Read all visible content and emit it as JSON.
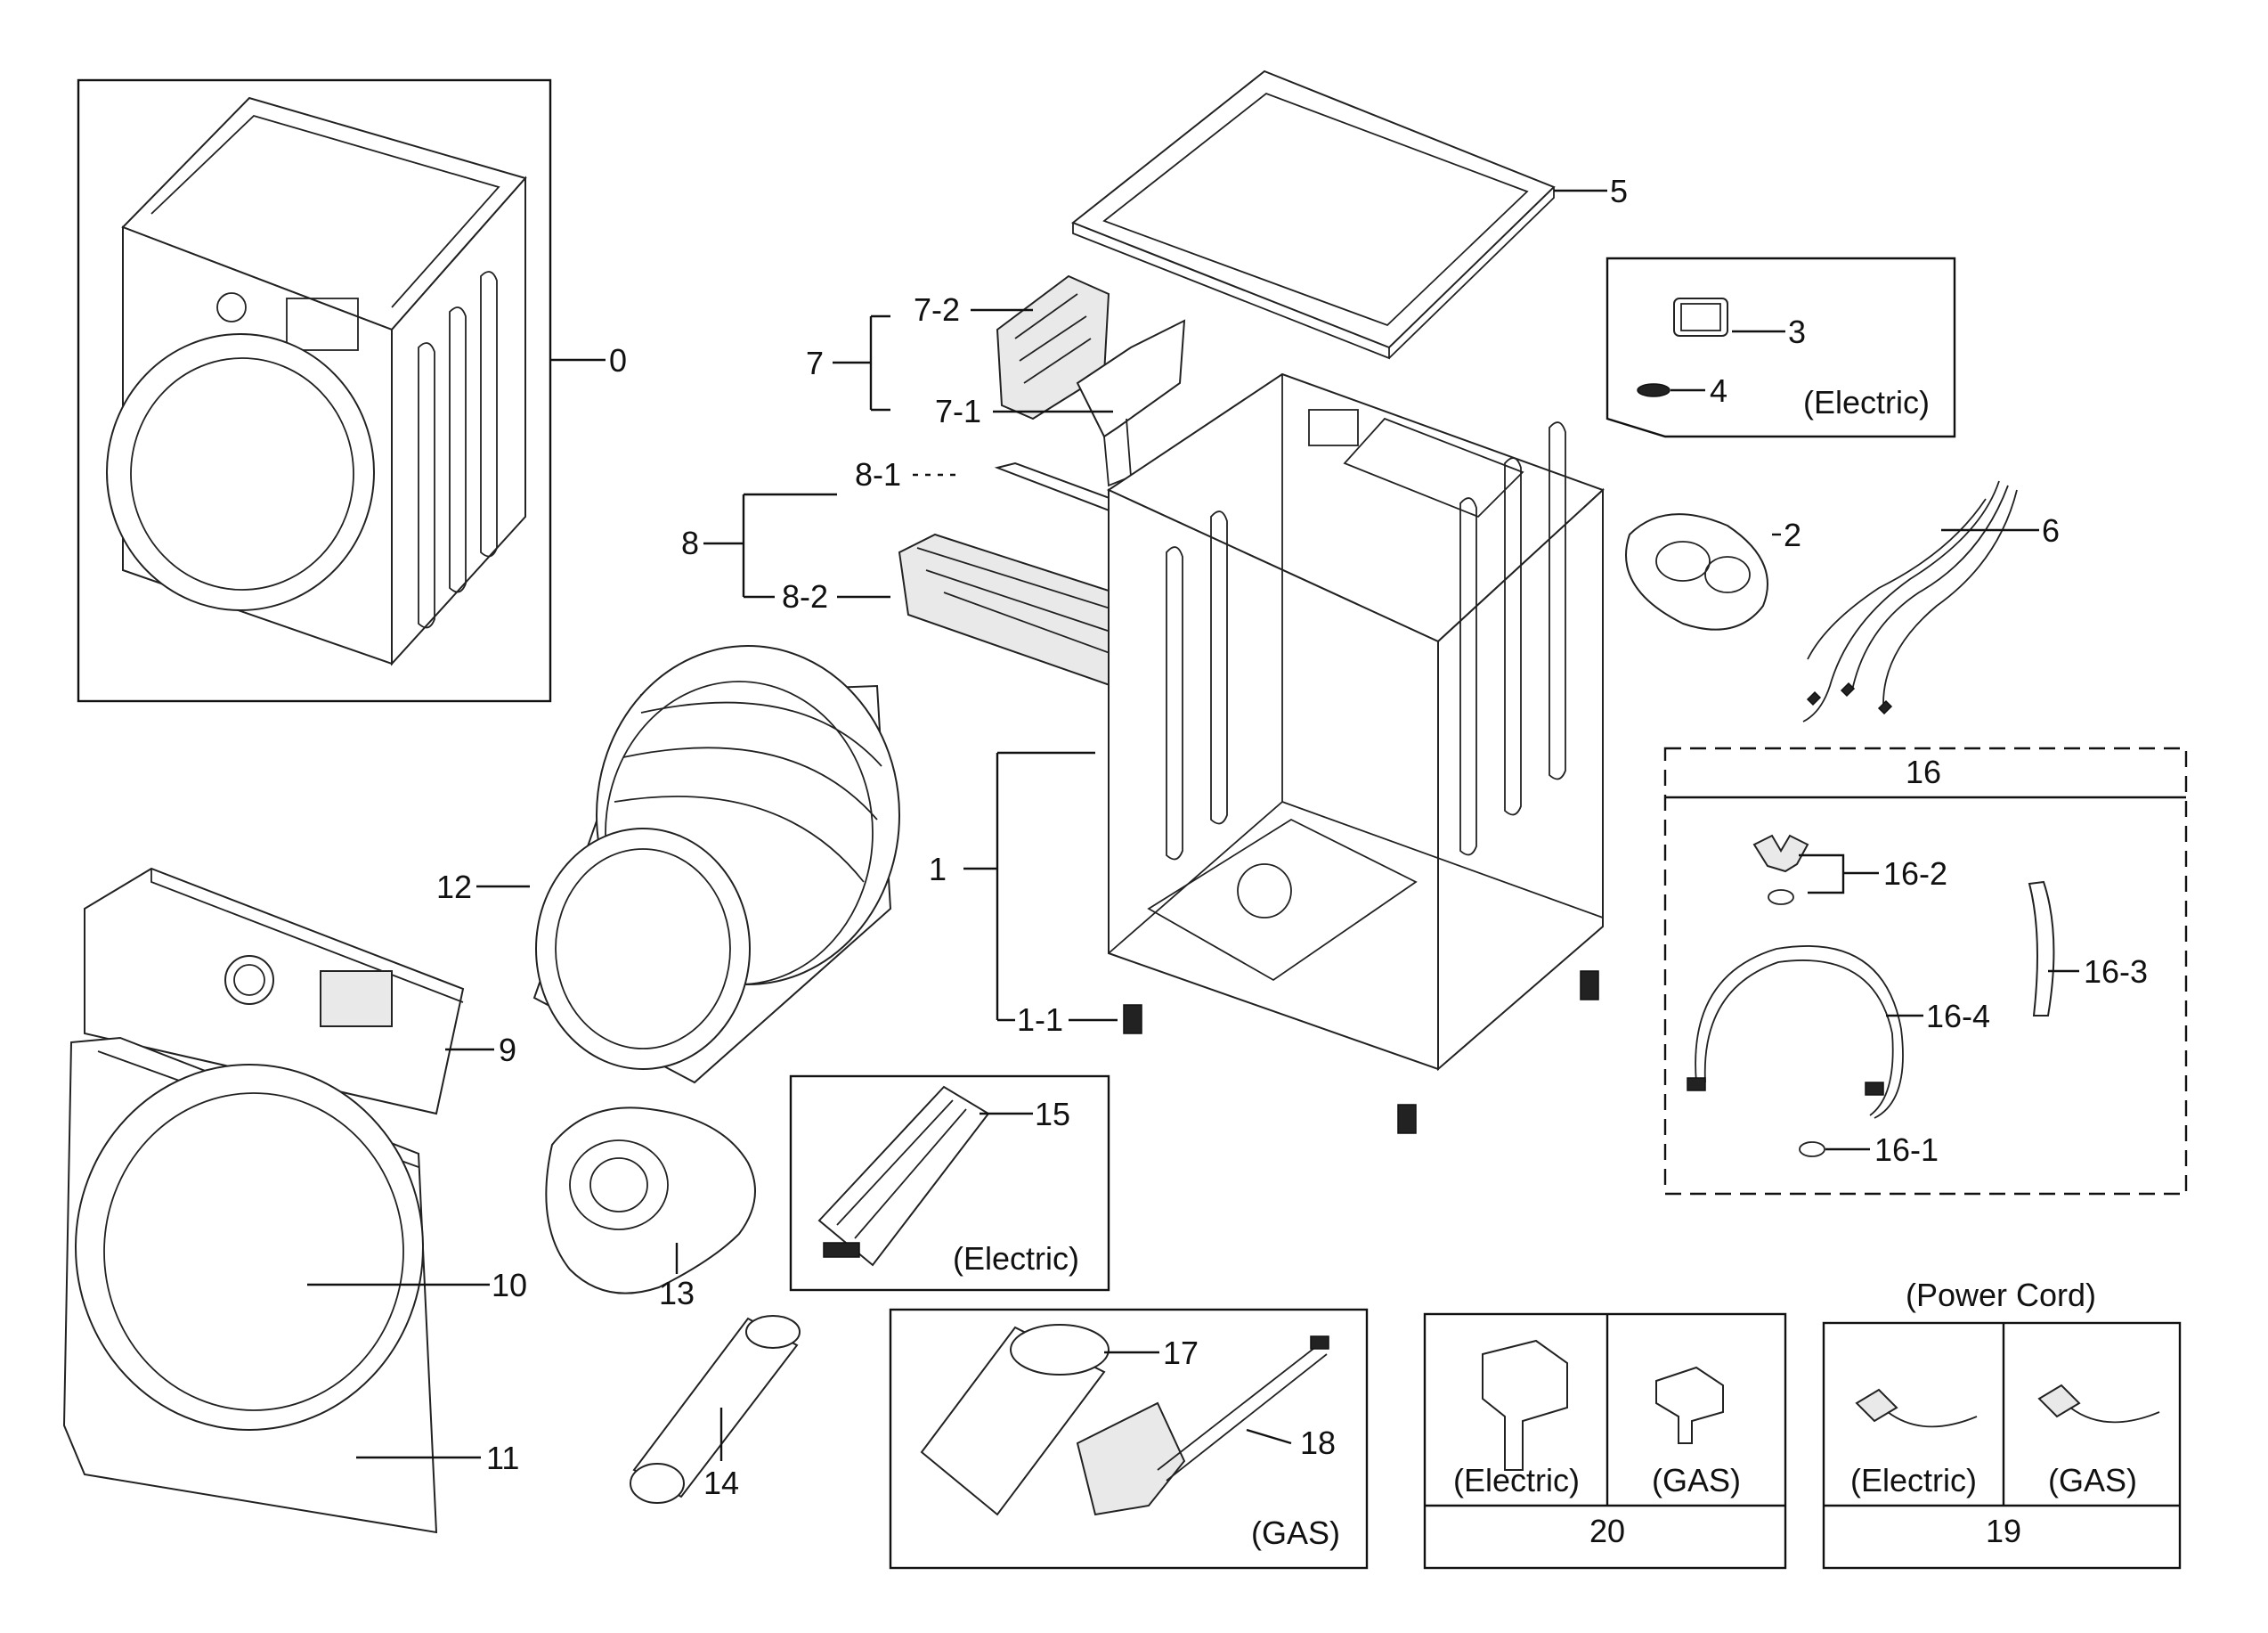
{
  "labels": {
    "p0": "0",
    "p1": "1",
    "p1_1": "1-1",
    "p2": "2",
    "p3": "3",
    "p4": "4",
    "p5": "5",
    "p6": "6",
    "p7": "7",
    "p7_1": "7-1",
    "p7_2": "7-2",
    "p8": "8",
    "p8_1": "8-1",
    "p8_2": "8-2",
    "p9": "9",
    "p10": "10",
    "p11": "11",
    "p12": "12",
    "p13": "13",
    "p14": "14",
    "p15": "15",
    "p16": "16",
    "p16_1": "16-1",
    "p16_2": "16-2",
    "p16_3": "16-3",
    "p16_4": "16-4",
    "p17": "17",
    "p18": "18",
    "p19": "19",
    "p20": "20"
  },
  "notes": {
    "electric_3_4": "(Electric)",
    "electric_15": "(Electric)",
    "gas_17_18": "(GAS)",
    "electric_20": "(Electric)",
    "gas_20": "(GAS)",
    "power_cord": "(Power Cord)",
    "electric_19": "(Electric)",
    "gas_19": "(GAS)"
  }
}
